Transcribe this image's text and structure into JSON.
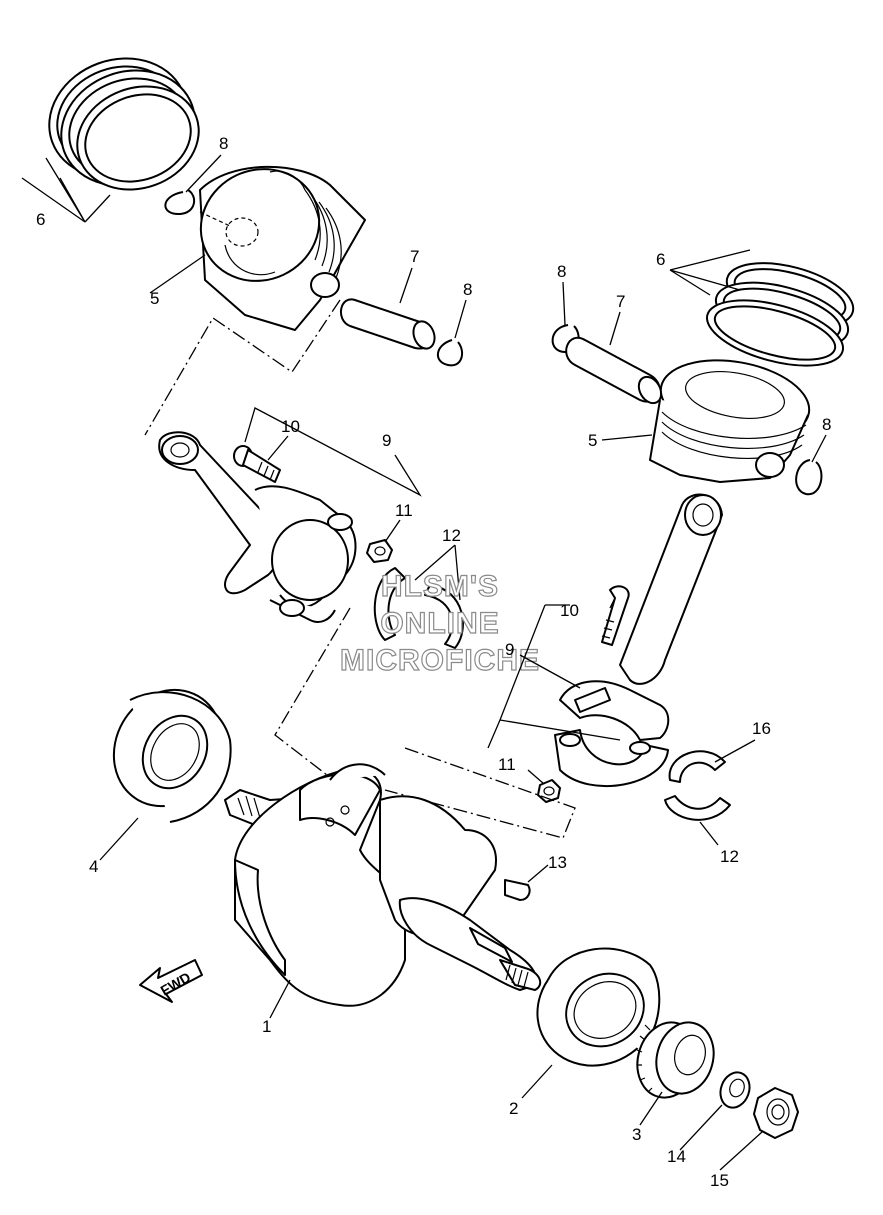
{
  "callouts": {
    "c1": "1",
    "c2": "2",
    "c3": "3",
    "c4": "4",
    "c5a": "5",
    "c5b": "5",
    "c6a": "6",
    "c6b": "6",
    "c7a": "7",
    "c7b": "7",
    "c8a": "8",
    "c8b": "8",
    "c8c": "8",
    "c8d": "8",
    "c9a": "9",
    "c9b": "9",
    "c10a": "10",
    "c10b": "10",
    "c11a": "11",
    "c11b": "11",
    "c12a": "12",
    "c12b": "12",
    "c13": "13",
    "c14": "14",
    "c15": "15",
    "c16": "16"
  },
  "watermark": {
    "line1": "HLSM'S",
    "line2": "ONLINE",
    "line3": "MICROFICHE"
  },
  "fwd_arrow": {
    "label": "FWD"
  },
  "colors": {
    "line": "#000000",
    "background": "#ffffff",
    "watermark_outline": "#8a8a8a"
  }
}
